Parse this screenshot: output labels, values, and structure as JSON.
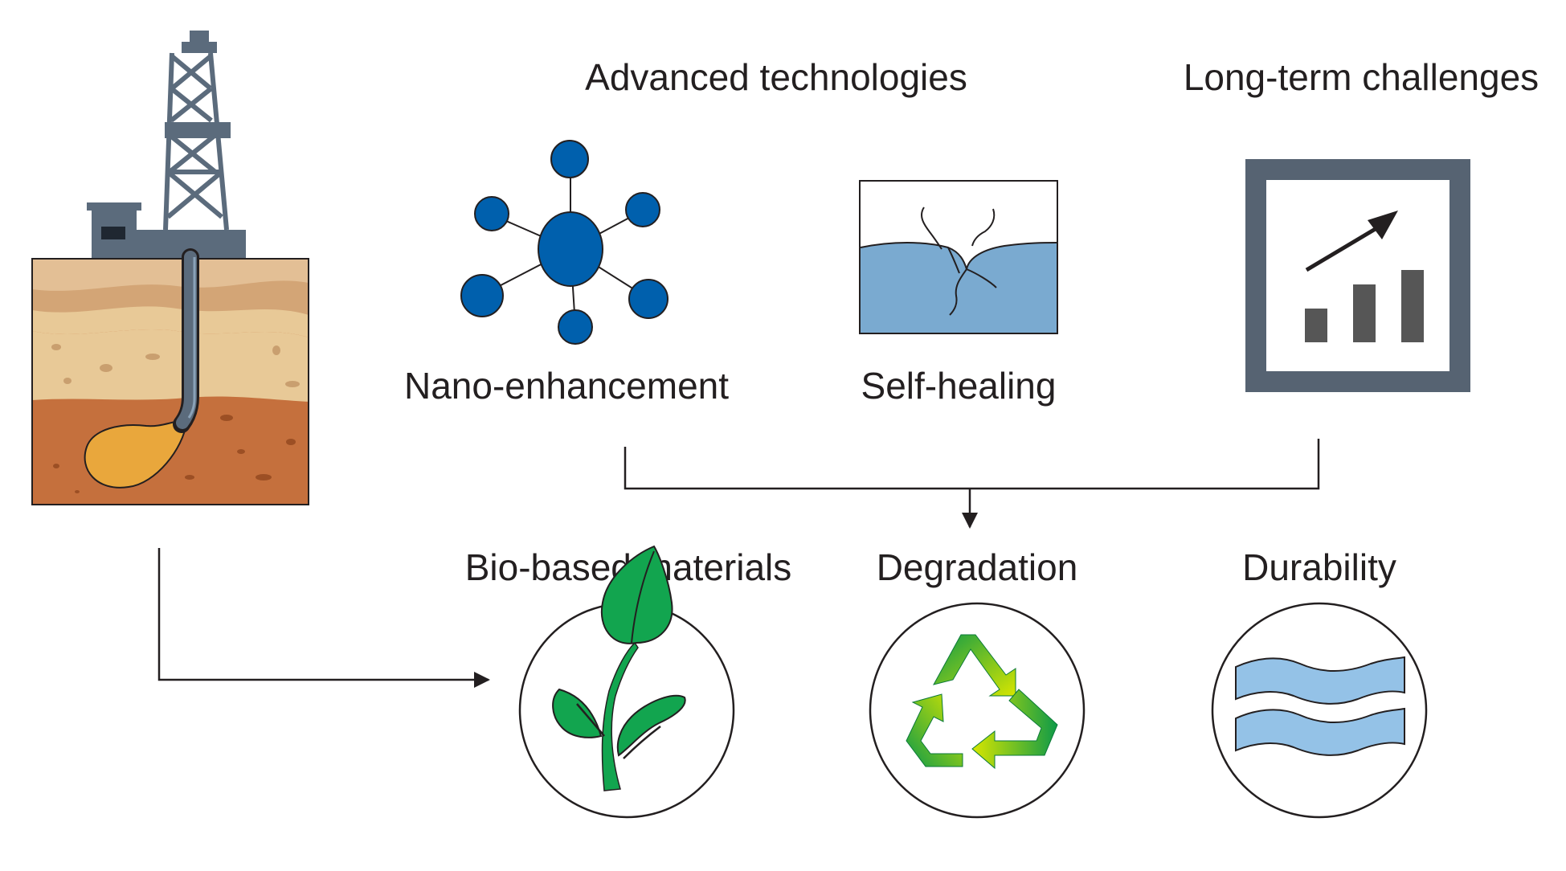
{
  "labels": {
    "advanced_technologies": "Advanced technologies",
    "long_term_challenges": "Long-term challenges",
    "nano_enhancement": "Nano-enhancement",
    "self_healing": "Self-healing",
    "bio_based_materials": "Bio-based materials",
    "degradation": "Degradation",
    "durability": "Durability"
  },
  "icons": {
    "drilling_rig": "oil-drilling-rig-icon",
    "nano": "nano-network-icon",
    "self_healing": "cracked-surface-icon",
    "challenges": "rising-bar-chart-icon",
    "bio": "plant-sprout-icon",
    "degradation": "recycle-icon",
    "durability": "waves-icon"
  },
  "colors": {
    "nano_blue": "#0060ad",
    "healing_blue": "#7aaad0",
    "frame_gray": "#566372",
    "bar_gray": "#565656",
    "leaf_green": "#12a54f",
    "recycle_green": "#0e9a48",
    "recycle_yellow": "#d7e600",
    "wave_blue": "#94c2e7",
    "soil_top": "#e3bf95",
    "soil_mid": "#d3a576",
    "soil_sand": "#e8c997",
    "soil_deep": "#c5703d",
    "oil_pocket": "#e9a73c"
  }
}
